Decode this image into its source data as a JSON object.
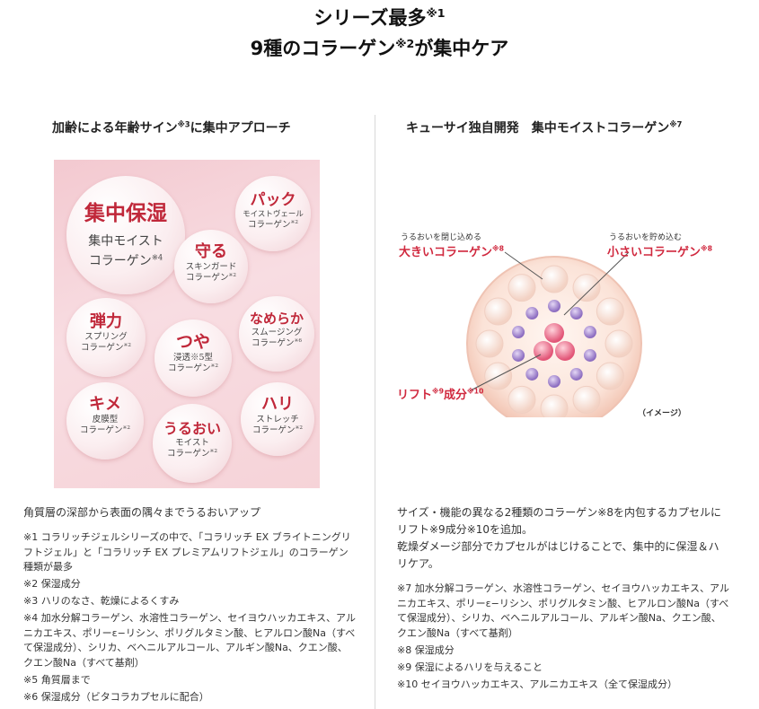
{
  "header": {
    "line1": "シリーズ最多",
    "line1_sup": "※1",
    "line2_pre": "9種のコラーゲン",
    "line2_sup": "※2",
    "line2_post": "が集中ケア"
  },
  "left": {
    "heading_pre": "加齢による年齢サイン",
    "heading_sup": "※3",
    "heading_post": "に集中アプローチ",
    "bubbles": [
      {
        "title": "集中保湿",
        "l1": "集中モイスト",
        "l2": "コラーゲン",
        "sup": "※4"
      },
      {
        "title": "パック",
        "l1": "モイストヴェール",
        "l2": "コラーゲン",
        "sup": "※2"
      },
      {
        "title": "守る",
        "l1": "スキンガード",
        "l2": "コラーゲン",
        "sup": "※2"
      },
      {
        "title": "弾力",
        "l1": "スプリング",
        "l2": "コラーゲン",
        "sup": "※2"
      },
      {
        "title": "なめらか",
        "l1": "スムージング",
        "l2": "コラーゲン",
        "sup": "※6"
      },
      {
        "title": "つや",
        "l1": "浸透※5型",
        "l2": "コラーゲン",
        "sup": "※2"
      },
      {
        "title": "キメ",
        "l1": "皮膜型",
        "l2": "コラーゲン",
        "sup": "※2"
      },
      {
        "title": "ハリ",
        "l1": "ストレッチ",
        "l2": "コラーゲン",
        "sup": "※2"
      },
      {
        "title": "うるおい",
        "l1": "モイスト",
        "l2": "コラーゲン",
        "sup": "※2"
      }
    ],
    "lead": "角質層の深部から表面の隅々までうるおいアップ",
    "notes": [
      "※1 コラリッチジェルシリーズの中で、「コラリッチ EX ブライトニングリフトジェル」と「コラリッチ EX プレミアムリフトジェル」のコラーゲン種類が最多",
      "※2 保湿成分",
      "※3 ハリのなさ、乾燥によるくすみ",
      "※4 加水分解コラーゲン、水溶性コラーゲン、セイヨウハッカエキス、アルニカエキス、ポリーε−リシン、ポリグルタミン酸、ヒアルロン酸Na（すべて保湿成分）、シリカ、ベヘニルアルコール、アルギン酸Na、クエン酸、クエン酸Na（すべて基剤）",
      "※5 角質層まで",
      "※6 保湿成分（ビタコラカプセルに配合）"
    ]
  },
  "right": {
    "heading_pre": "キューサイ独自開発　集中モイストコラーゲン",
    "heading_sup": "※7",
    "diagram": {
      "large_caption": "うるおいを閉じ込める",
      "large_label": "大きいコラーゲン",
      "large_sup": "※8",
      "small_caption": "うるおいを貯め込む",
      "small_label": "小さいコラーゲン",
      "small_sup": "※8",
      "lift_label": "リフト",
      "lift_sup1": "※9",
      "lift_mid": "成分",
      "lift_sup2": "※10",
      "image_note": "（イメージ）",
      "colors": {
        "outer": "#f6cbb8",
        "bead": "#f7ddd0",
        "purple": "#9a7fc4",
        "pink": "#e65a78"
      }
    },
    "lead": [
      "サイズ・機能の異なる2種類のコラーゲン※8を内包するカプセルにリフト※9成分※10を追加。",
      "乾燥ダメージ部分でカプセルがはじけることで、集中的に保湿＆ハリケア。"
    ],
    "notes": [
      "※7 加水分解コラーゲン、水溶性コラーゲン、セイヨウハッカエキス、アルニカエキス、ポリーε−リシン、ポリグルタミン酸、ヒアルロン酸Na（すべて保湿成分）、シリカ、ベヘニルアルコール、アルギン酸Na、クエン酸、クエン酸Na（すべて基剤）",
      "※8 保湿成分",
      "※9 保湿によるハリを与えること",
      "※10 セイヨウハッカエキス、アルニカエキス（全て保湿成分）"
    ]
  }
}
